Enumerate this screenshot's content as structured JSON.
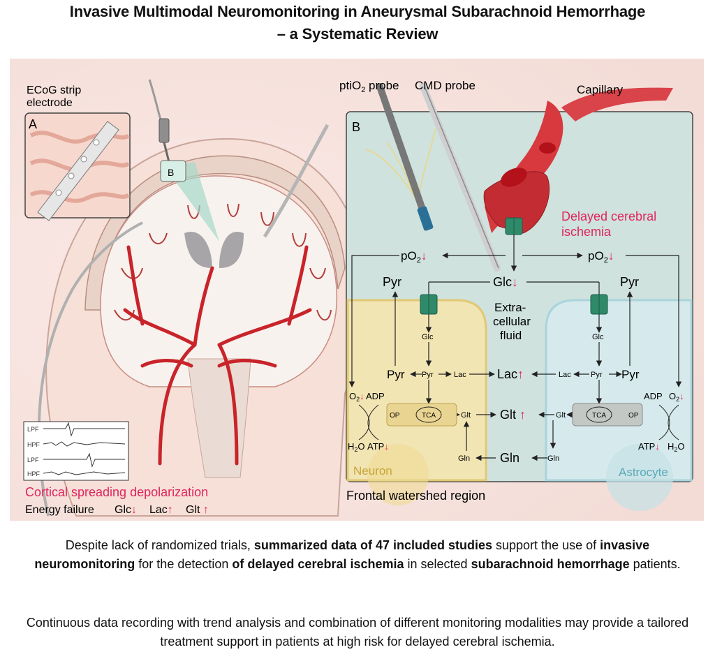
{
  "title": {
    "line1": "Invasive Multimodal Neuromonitoring in Aneurysmal Subarachnoid Hemorrhage",
    "line2": "– a Systematic Review"
  },
  "panel_a": {
    "inset_letter": "A",
    "region_letter_a": "A",
    "region_letter_b": "B",
    "electrode_label_1": "ECoG strip",
    "electrode_label_2": "electrode",
    "traces": [
      "LPF",
      "HPF",
      "LPF",
      "HPF"
    ],
    "csd_label": "Cortical spreading depolarization",
    "energy_failure": "Energy failure",
    "glc": "Glc",
    "lac": "Lac",
    "glt": "Glt"
  },
  "panel_b": {
    "letter": "B",
    "ptio2_probe": "ptiO",
    "ptio2_sub": "2",
    "ptio2_suffix": " probe",
    "cmd_probe": "CMD probe",
    "capillary": "Capillary",
    "dci_line1": "Delayed cerebral",
    "dci_line2": "ischemia",
    "po2": "pO",
    "po2_sub": "2",
    "glc": "Glc",
    "pyr": "Pyr",
    "ecf_line1": "Extra-",
    "ecf_line2": "cellular",
    "ecf_line3": "fluid",
    "lac": "Lac",
    "glt": "Glt",
    "gln": "Gln",
    "small_glc": "Glc",
    "small_pyr": "Pyr",
    "small_lac": "Lac",
    "small_glt": "Glt",
    "small_gln": "Gln",
    "op": "OP",
    "tca": "TCA",
    "o2": "O",
    "o2_sub": "2",
    "adp": "ADP",
    "atp": "ATP",
    "h2o": "H",
    "h2o_sub": "2",
    "h2o_suffix": "O",
    "neuron": "Neuron",
    "astrocyte": "Astrocyte",
    "frontal": "Frontal watershed region"
  },
  "summary": {
    "p1_a": "Despite lack of randomized  trials, ",
    "p1_b": "summarized data of 47 included studies",
    "p1_c": " support the  use of ",
    "p1_d": "invasive neuromonitoring",
    "p1_e": " for the detection  ",
    "p1_f": "of delayed cerebral ischemia",
    "p1_g": " in selected ",
    "p1_h": "subarachnoid hemorrhage",
    "p1_i": " patients.",
    "p2": "Continuous  data recording with trend analysis and combination of different monitoring  modalities may provide  a tailored treatment  support  in patients at high risk for delayed cerebral ischemia."
  },
  "colors": {
    "accent_red": "#e0245e",
    "vessel_red": "#c8242a",
    "panel_b_bg": "#cfe2dd",
    "neuron_fill": "#f4e6b2",
    "astrocyte_fill": "#d7ebee",
    "transporter": "#2f8a6a"
  }
}
